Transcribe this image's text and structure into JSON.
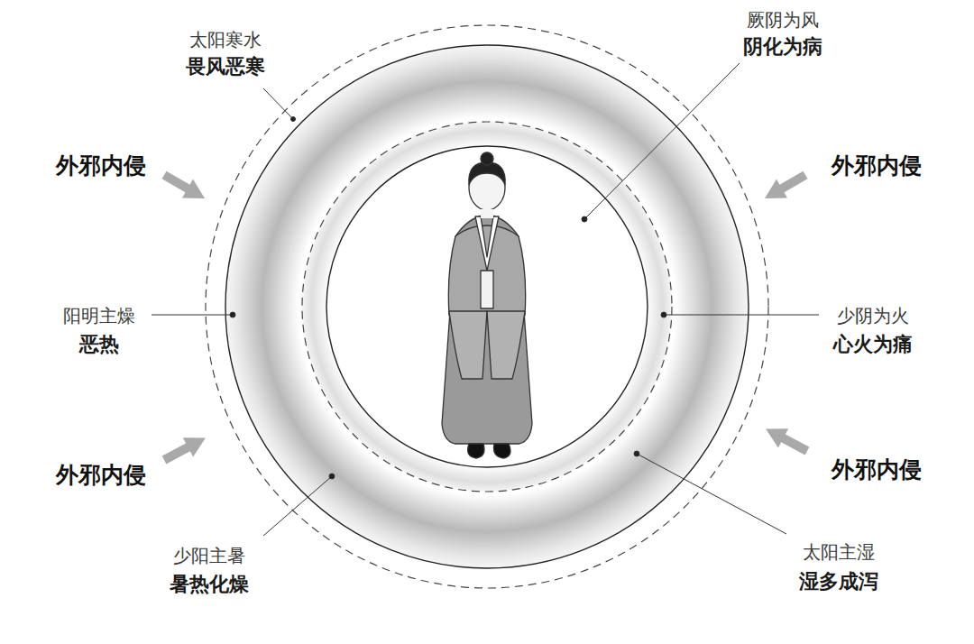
{
  "diagram": {
    "labels": [
      "太阳寒水",
      "畏风恶寒",
      "厥阴为风",
      "阴化为病",
      "外邪内侵",
      "外邪内侵",
      "阳明主燥",
      "恶热",
      "少阴为火",
      "心火为痛",
      "外邪内侵",
      "外邪内侵",
      "少阳主暑",
      "暑热化燥",
      "太阳主湿",
      "湿多成泻"
    ]
  }
}
